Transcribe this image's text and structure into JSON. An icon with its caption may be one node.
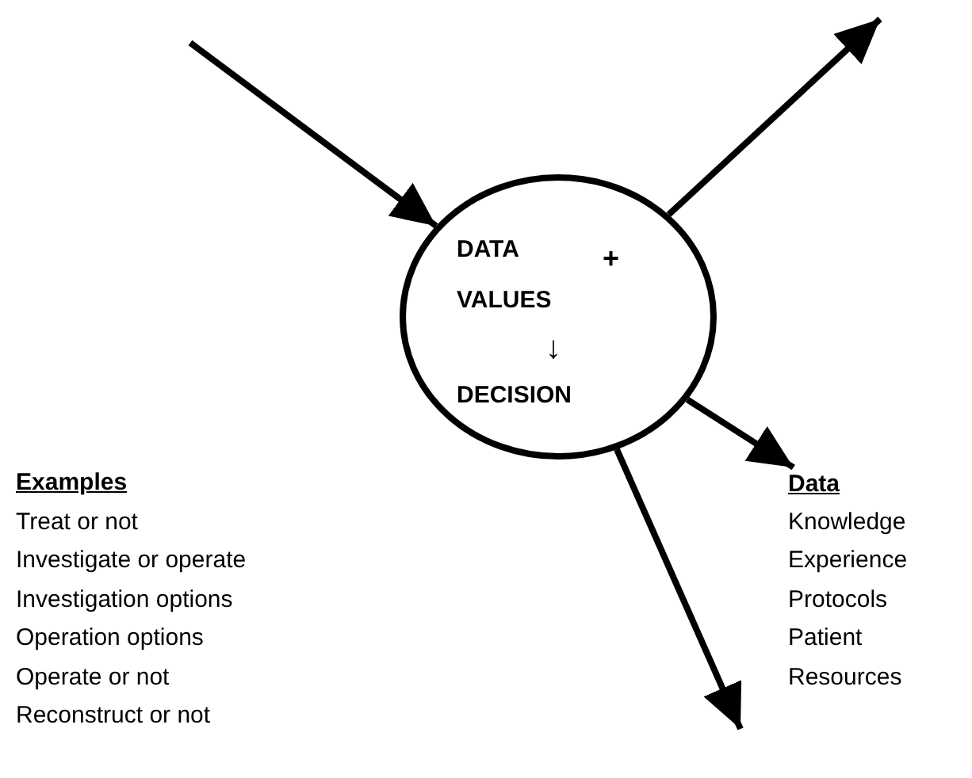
{
  "diagram": {
    "nodes": [
      {
        "text": [
          "DATA",
          "+",
          "VALUES",
          "↓",
          "DECISION"
        ]
      },
      {
        "text": [
          "Data"
        ]
      }
    ],
    "edges": [
      {
        "from": null,
        "to": 0,
        "arrow": "to"
      },
      {
        "from": 0,
        "to": null,
        "arrow": "to"
      },
      {
        "from": 0,
        "to": 1,
        "arrow": "to"
      },
      {
        "from": 0,
        "to": null,
        "arrow": "to"
      }
    ],
    "labels": [
      "Examples",
      "Treat or not",
      "Investigate or operate",
      "Investigation options",
      "Operation options",
      "Operate or not",
      "Reconstruct or not",
      "Knowledge",
      "Experience",
      "Protocols",
      "Patient",
      "Resources"
    ]
  }
}
